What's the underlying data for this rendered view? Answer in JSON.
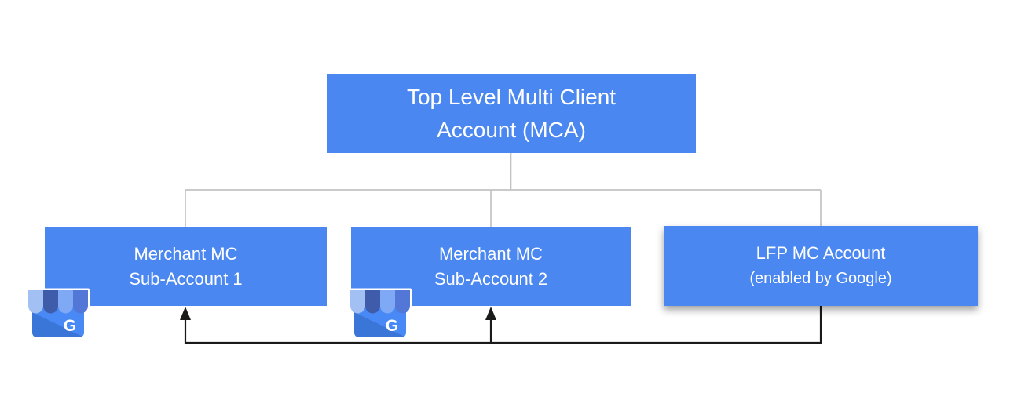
{
  "diagram": {
    "nodes": {
      "root": {
        "line1": "Top Level Multi Client",
        "line2": "Account (MCA)"
      },
      "sub1": {
        "line1": "Merchant MC",
        "line2": "Sub-Account 1"
      },
      "sub2": {
        "line1": "Merchant MC",
        "line2": "Sub-Account 2"
      },
      "lfp": {
        "line1": "LFP MC Account",
        "line2": "(enabled by Google)"
      }
    },
    "icons": {
      "business1": {
        "name": "google-business-icon",
        "letter": "G"
      },
      "business2": {
        "name": "google-business-icon",
        "letter": "G"
      }
    },
    "colors": {
      "node_fill": "#4b87f1",
      "node_text": "#ffffff",
      "tree_line": "#c3c3c3",
      "flow_line": "#1a1a1a",
      "icon_body": "#4989f5",
      "awning_light": "#a3c0f5",
      "awning_dark": "#3e5ca9",
      "awning_blue": "#7fa9f4",
      "awning_medium": "#5377d6"
    }
  }
}
